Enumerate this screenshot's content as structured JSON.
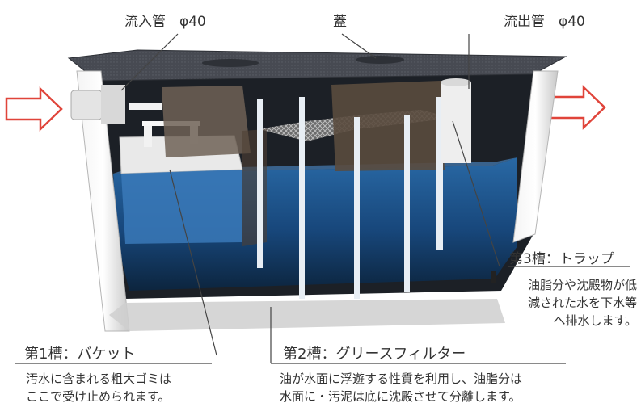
{
  "labels": {
    "inlet_pipe": "流入管　φ40",
    "lid": "蓋",
    "outlet_pipe": "流出管　φ40"
  },
  "tank1": {
    "title": "第1槽：バケット",
    "desc_line1": "汚水に含まれる粗大ゴミは",
    "desc_line2": "ここで受け止められます。"
  },
  "tank2": {
    "title": "第2槽：グリースフィルター",
    "desc_line1": "油が水面に浮遊する性質を利用し、油脂分は",
    "desc_line2": "水面に・汚泥は底に沈殿させて分離します。"
  },
  "tank3": {
    "title": "第3槽：トラップ",
    "desc_line1": "油脂分や沈殿物が低",
    "desc_line2": "減された水を下水等",
    "desc_line3": "へ排水します。"
  },
  "colors": {
    "arrow": "#e0443a",
    "water": "#1f5d9c",
    "water_dark": "#0e2a4a",
    "tank_frame": "#dcdcdc",
    "lid": "#4a4d55"
  }
}
